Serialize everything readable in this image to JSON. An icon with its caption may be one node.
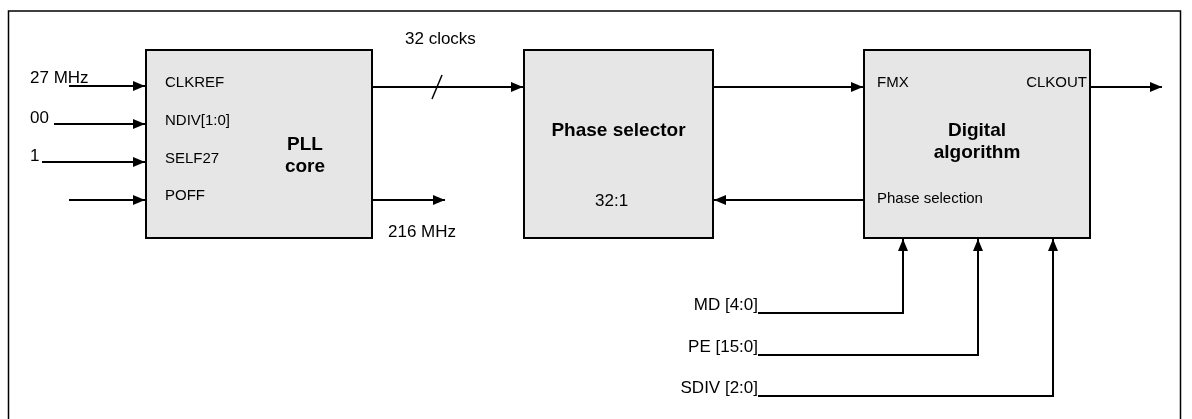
{
  "diagram": {
    "nodes": [
      {
        "text": [
          "27 MHz"
        ]
      },
      {
        "text": [
          "00"
        ]
      },
      {
        "text": [
          "1"
        ]
      },
      {
        "text": [
          "CLKREF",
          "NDIV[1:0]",
          "SELF27",
          "POFF",
          "PLL core"
        ]
      },
      {
        "text": [
          "Phase selector",
          "32:1"
        ]
      },
      {
        "text": [
          "FMX",
          "CLKOUT",
          "Digital algorithm",
          "Phase selection"
        ]
      },
      {
        "text": [
          "MD [4:0]"
        ]
      },
      {
        "text": [
          "PE [15:0]"
        ]
      },
      {
        "text": [
          "SDIV [2:0]"
        ]
      }
    ],
    "edges": [
      {
        "from": 0,
        "to": 3,
        "arrow": "to"
      },
      {
        "from": 1,
        "to": 3,
        "arrow": "to"
      },
      {
        "from": 2,
        "to": 3,
        "arrow": "to"
      },
      {
        "from": null,
        "to": 3,
        "arrow": "to"
      },
      {
        "from": 3,
        "to": 4,
        "arrow": "to",
        "label": "32 clocks"
      },
      {
        "from": 3,
        "to": null,
        "arrow": "to",
        "label": "216 MHz"
      },
      {
        "from": 4,
        "to": 5,
        "arrow": "to"
      },
      {
        "from": 5,
        "to": 4,
        "arrow": "to"
      },
      {
        "from": 5,
        "to": null,
        "arrow": "to"
      },
      {
        "from": 6,
        "to": 5,
        "arrow": "to"
      },
      {
        "from": 7,
        "to": 5,
        "arrow": "to"
      },
      {
        "from": 8,
        "to": 5,
        "arrow": "to"
      }
    ]
  }
}
